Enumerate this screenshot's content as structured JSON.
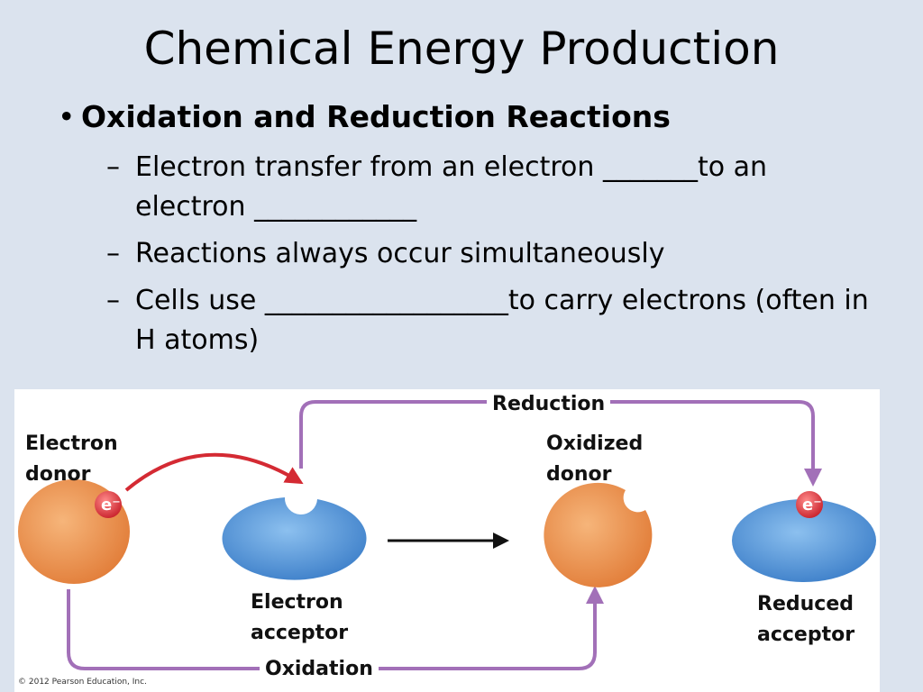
{
  "slide": {
    "title": "Chemical Energy Production",
    "bullet": "Oxidation and Reduction Reactions",
    "subbullets": [
      "Electron transfer from an electron _______to an electron ____________",
      "Reactions always occur simultaneously",
      "Cells use __________________to carry electrons (often in H atoms)"
    ],
    "bullet_dot": "•",
    "dash": "–"
  },
  "figure": {
    "labels": {
      "electron_donor": "Electron donor",
      "electron_acceptor": "Electron acceptor",
      "oxidized_donor": "Oxidized donor",
      "reduced_acceptor": "Reduced acceptor",
      "reduction": "Reduction",
      "oxidation": "Oxidation",
      "electron_symbol": "e⁻"
    },
    "copyright": "© 2012 Pearson Education, Inc.",
    "colors": {
      "donor": "#ee9a55",
      "acceptor": "#4f90d6",
      "pathway": "#a270b8",
      "transfer_arrow": "#d42a33",
      "electron": "#e43a3a"
    }
  }
}
